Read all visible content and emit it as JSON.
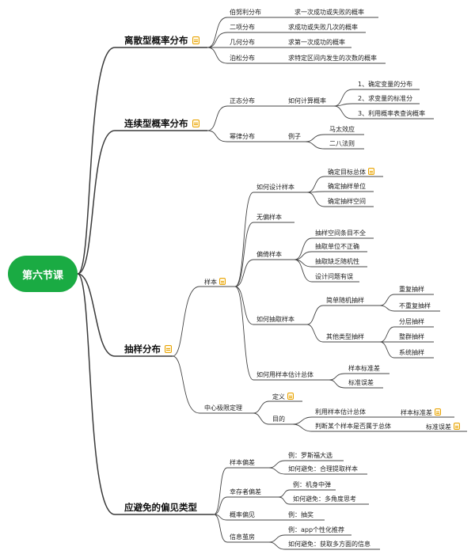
{
  "root": {
    "label": "第六节课"
  },
  "discrete": {
    "label": "离散型概率分布",
    "items": [
      {
        "name": "伯努利分布",
        "desc": "求一次成功或失败的概率"
      },
      {
        "name": "二项分布",
        "desc": "求成功或失败几次的概率"
      },
      {
        "name": "几何分布",
        "desc": "求第一次成功的概率"
      },
      {
        "name": "泊松分布",
        "desc": "求特定区间内发生的次数的概率"
      }
    ]
  },
  "continuous": {
    "label": "连续型概率分布",
    "normal": {
      "label": "正态分布",
      "how": "如何计算概率",
      "steps": [
        "1、确定变量的分布",
        "2、求变量的标准分",
        "3、利用概率表查询概率"
      ]
    },
    "power": {
      "label": "幂律分布",
      "example": "例子",
      "examples": [
        "马太效应",
        "二八法则"
      ]
    }
  },
  "sampling": {
    "label": "抽样分布",
    "sample": {
      "label": "样本",
      "design": {
        "label": "如何设计样本",
        "items": [
          "确定目标总体",
          "确定抽样单位",
          "确定抽样空间"
        ]
      },
      "unbiased": "无偏样本",
      "biased": {
        "label": "偏倚样本",
        "items": [
          "抽样空间条目不全",
          "抽取单位不正确",
          "抽取缺乏随机性",
          "设计问题有误"
        ]
      },
      "how_draw": {
        "label": "如何抽取样本",
        "simple": {
          "label": "简单随机抽样",
          "items": [
            "重复抽样",
            "不重复抽样"
          ]
        },
        "other": {
          "label": "其他类型抽样",
          "items": [
            "分层抽样",
            "整群抽样",
            "系统抽样"
          ]
        }
      },
      "estimate": {
        "label": "如何用样本估计总体",
        "items": [
          "样本标准差",
          "标准误差"
        ]
      }
    },
    "clt": {
      "label": "中心极限定理",
      "definition": "定义",
      "purpose": {
        "label": "目的",
        "a": "利用样本估计总体",
        "a_tail": "样本标准差",
        "b": "判断某个样本是否属于总体",
        "b_tail": "标准误差"
      }
    }
  },
  "bias": {
    "label": "应避免的偏见类型",
    "types": [
      {
        "name": "样本偏差",
        "ex": "例：罗斯福大选",
        "avoid": "如何避免：合理提取样本"
      },
      {
        "name": "幸存者偏差",
        "ex": "例：机身中弹",
        "avoid": "如何避免：多角度思考"
      },
      {
        "name": "概率偏见",
        "ex": "例：抽奖"
      },
      {
        "name": "信息茧房",
        "ex": "例：app个性化推荐",
        "avoid": "如何避免：获取多方面的信息"
      }
    ]
  }
}
